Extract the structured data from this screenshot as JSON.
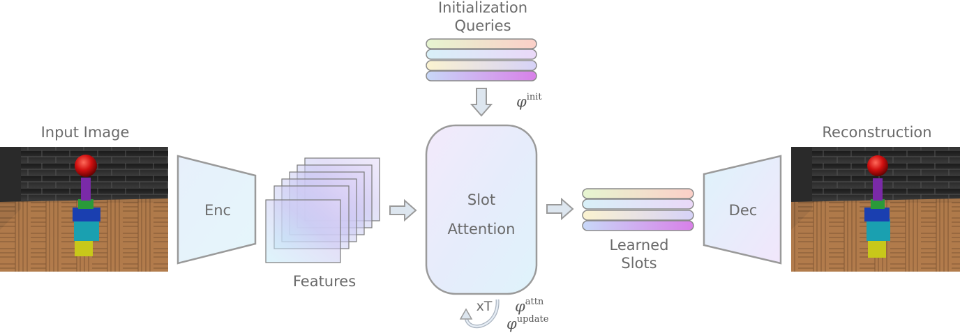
{
  "labels": {
    "input_image": "Input Image",
    "reconstruction": "Reconstruction",
    "init_queries_line1": "Initialization",
    "init_queries_line2": "Queries",
    "encoder": "Enc",
    "decoder": "Dec",
    "features": "Features",
    "slot_attention_line1": "Slot",
    "slot_attention_line2": "Attention",
    "learned_slots_line1": "Learned",
    "learned_slots_line2": "Slots",
    "iterations": "xT"
  },
  "params": {
    "phi_symbol": "φ",
    "init_sup": "init",
    "attn_sup": "attn",
    "update_sup": "update"
  },
  "colors": {
    "outline": "#9a9a9a",
    "arrow_fill": "#dde6ef",
    "block_red": "#d01010",
    "block_purple": "#7a2aa8",
    "block_green": "#2a9a3a",
    "block_blue": "#1a3fb0",
    "block_teal": "#1aa0b0",
    "block_yellow": "#c8c81a"
  }
}
